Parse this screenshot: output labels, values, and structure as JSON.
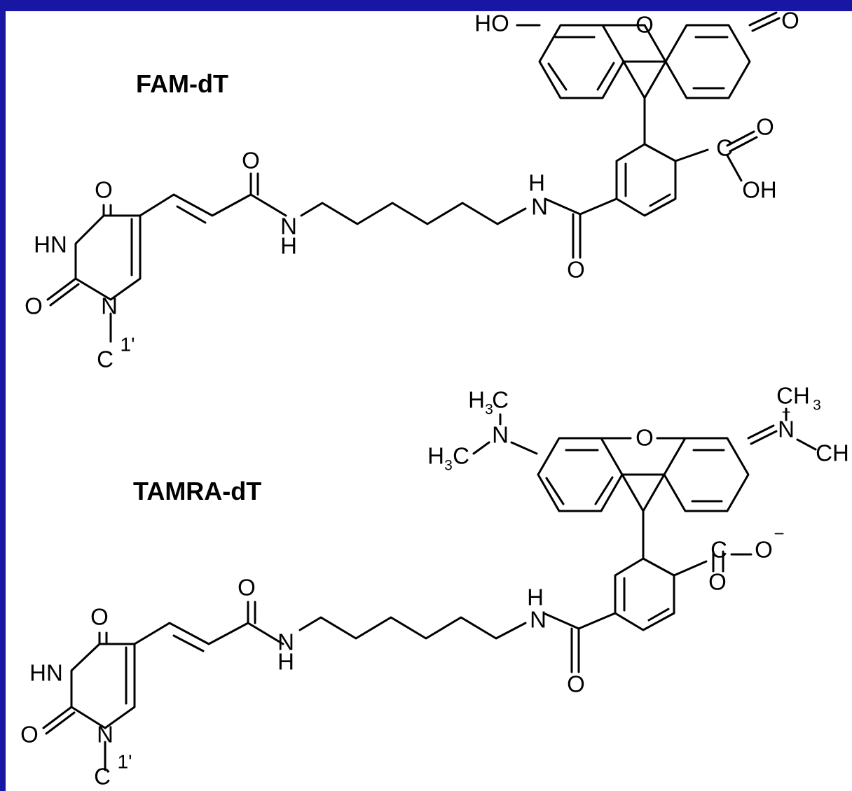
{
  "diagram": {
    "title_fam": "FAM-dT",
    "title_tamra": "TAMRA-dT",
    "labels": {
      "hydroxyl_ho": "HO",
      "oxygen": "O",
      "hydrogen": "H",
      "nitrogen": "N",
      "carbon": "C",
      "hydroxyl_oh": "OH",
      "imine_hn": "HN",
      "c1prime": "1'",
      "methyl_h": "H",
      "methyl_ch": "CH",
      "sub3": "3",
      "plus": "+",
      "minus": "−"
    }
  }
}
